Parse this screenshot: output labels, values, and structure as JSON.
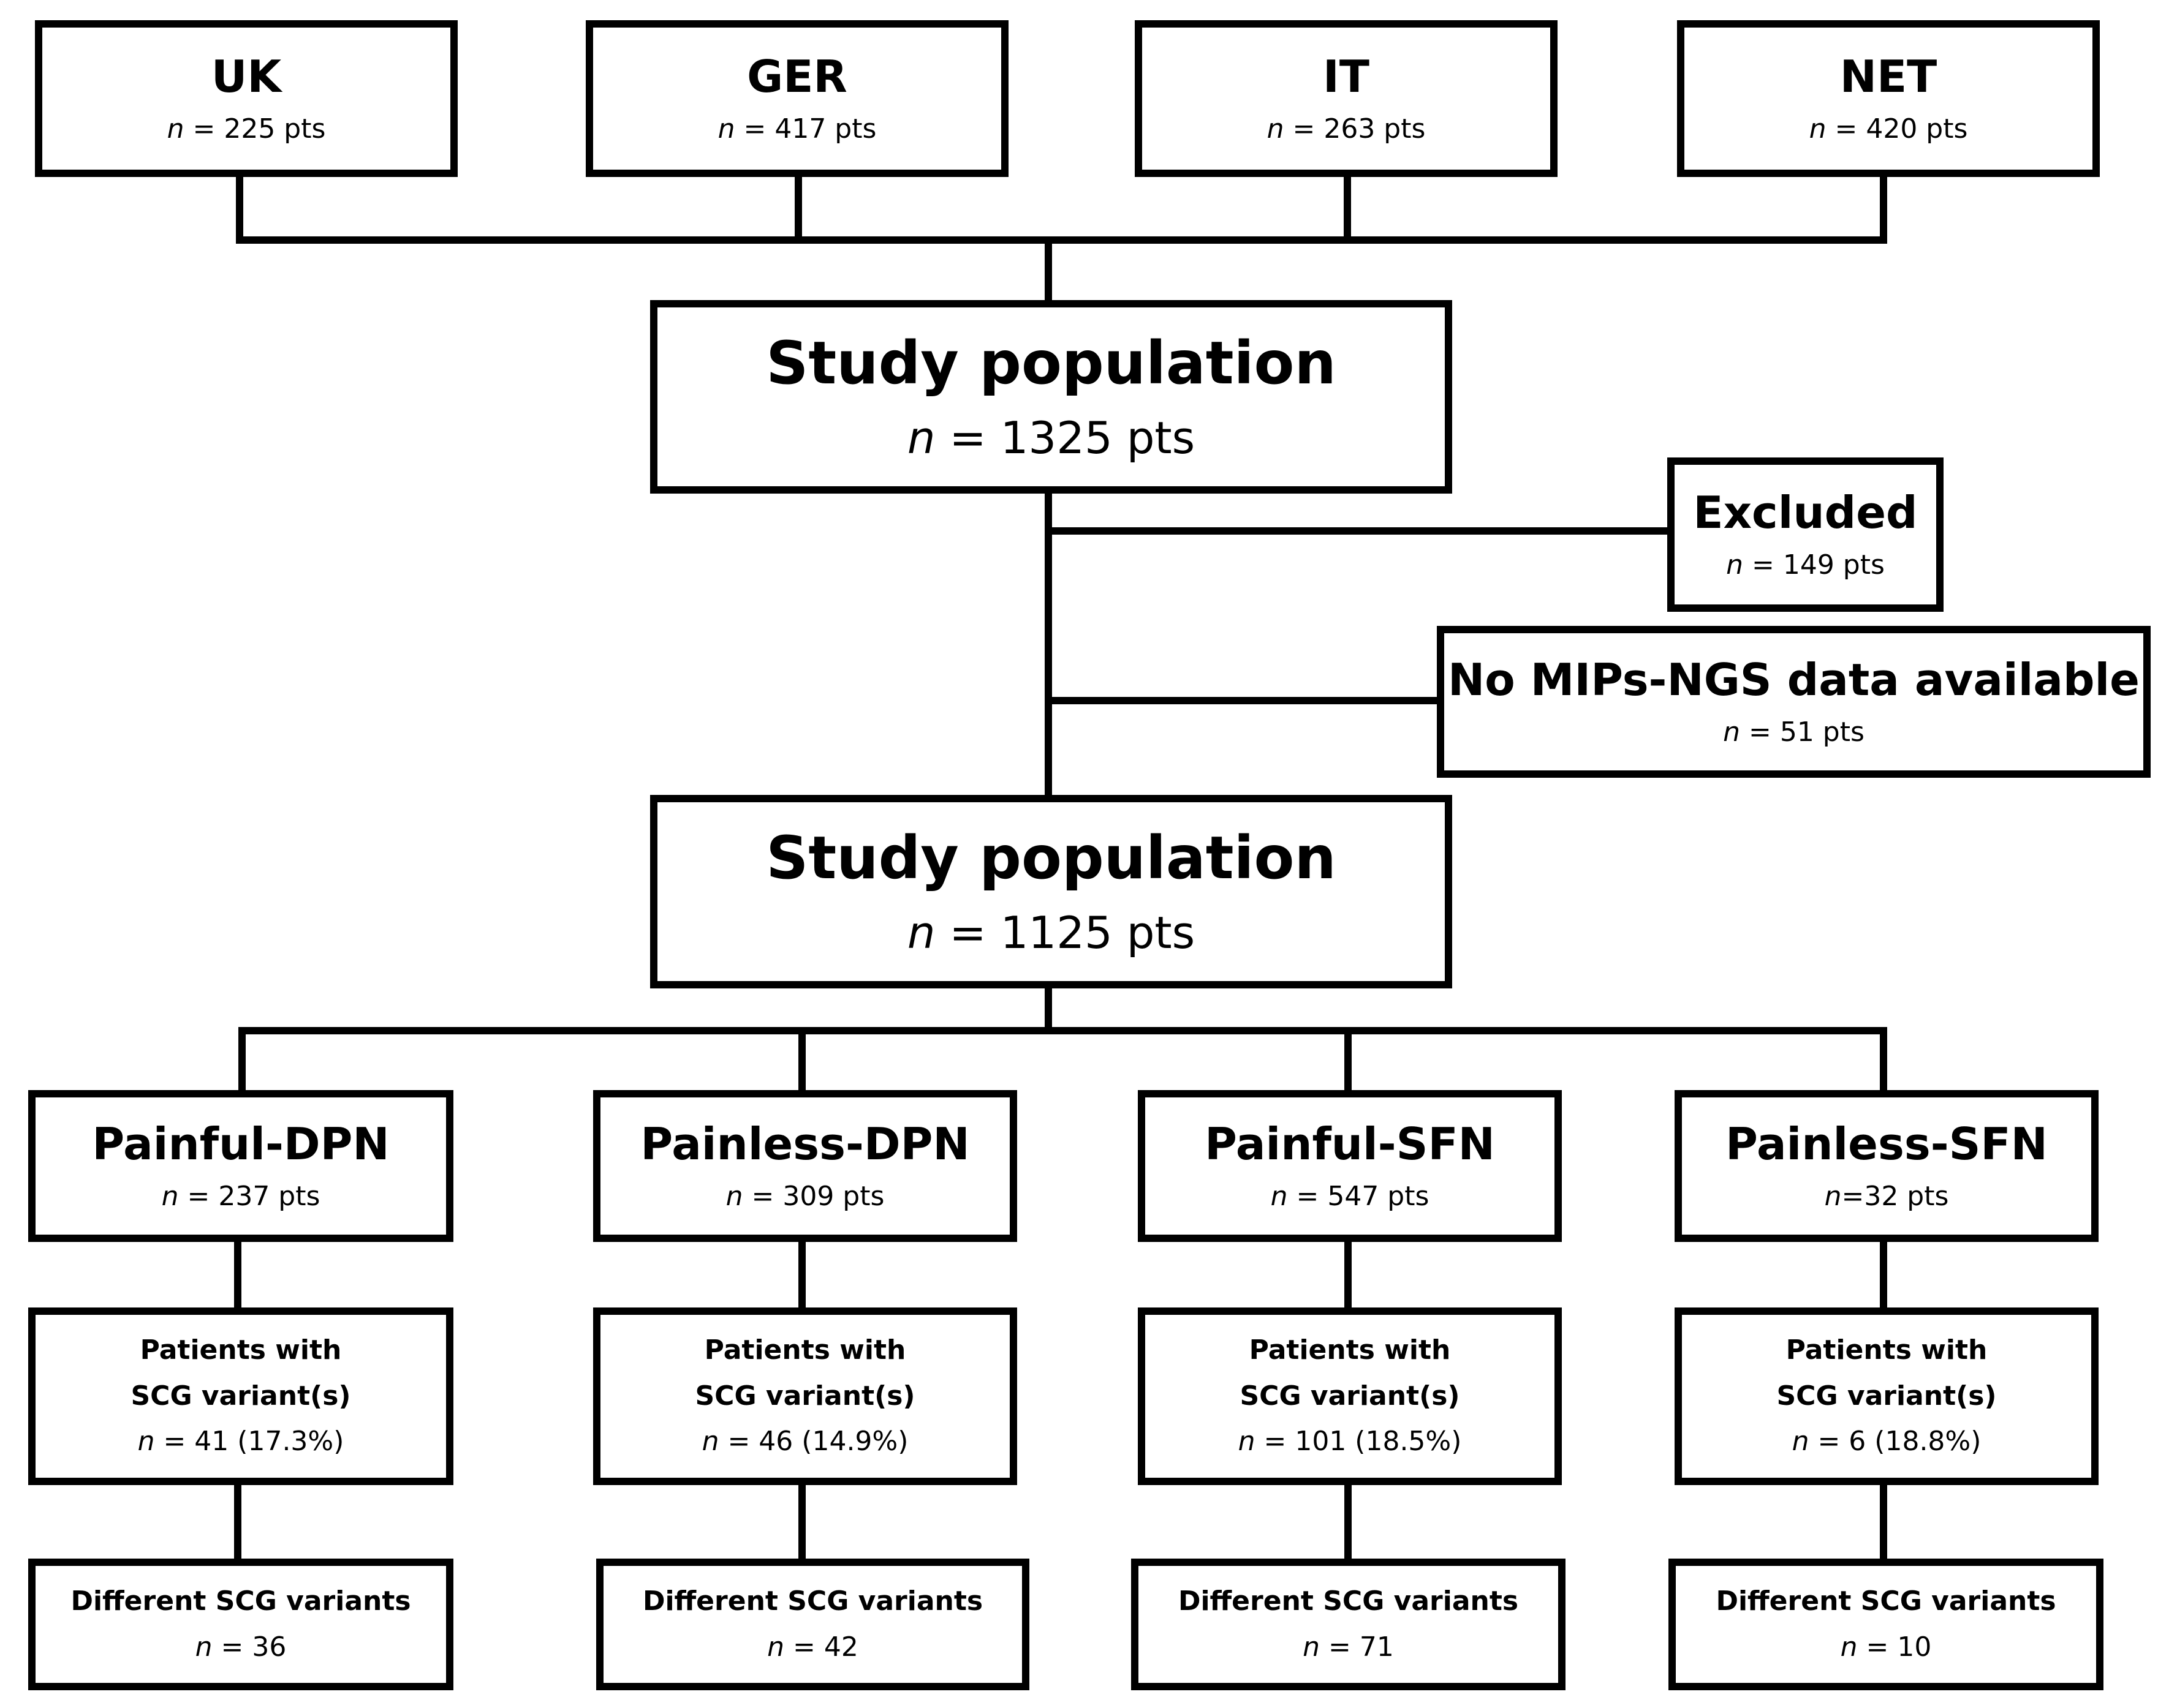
{
  "countries": [
    {
      "name": "UK",
      "n_prefix": "n",
      "n_text": " = 225 pts"
    },
    {
      "name": "GER",
      "n_prefix": "n",
      "n_text": " = 417 pts"
    },
    {
      "name": "IT",
      "n_prefix": "n",
      "n_text": " = 263 pts"
    },
    {
      "name": "NET",
      "n_prefix": "n",
      "n_text": " = 420 pts"
    }
  ],
  "study_initial": {
    "title": "Study population",
    "n_prefix": "n",
    "n_text": " = 1325 pts"
  },
  "excluded": {
    "title": "Excluded",
    "n_prefix": "n",
    "n_text": " = 149 pts"
  },
  "no_data": {
    "title": "No MIPs-NGS data available",
    "n_prefix": "n",
    "n_text": " = 51 pts"
  },
  "study_final": {
    "title": "Study population",
    "n_prefix": "n",
    "n_text": " = 1125 pts"
  },
  "groups": [
    {
      "name": "Painful-DPN",
      "n_prefix": "n",
      "n_text": " = 237 pts",
      "variant_line1": "Patients with",
      "variant_line2": "SCG variant(s)",
      "variant_n_prefix": "n",
      "variant_n_text": " = 41 (17.3%)",
      "distinct_label": "Different SCG variants",
      "distinct_n_prefix": "n",
      "distinct_n_text": " = 36"
    },
    {
      "name": "Painless-DPN",
      "n_prefix": "n",
      "n_text": " = 309 pts",
      "variant_line1": "Patients with",
      "variant_line2": "SCG variant(s)",
      "variant_n_prefix": "n",
      "variant_n_text": " = 46 (14.9%)",
      "distinct_label": "Different SCG variants",
      "distinct_n_prefix": "n",
      "distinct_n_text": " = 42"
    },
    {
      "name": "Painful-SFN",
      "n_prefix": "n",
      "n_text": " = 547 pts",
      "variant_line1": "Patients with",
      "variant_line2": "SCG variant(s)",
      "variant_n_prefix": "n",
      "variant_n_text": " = 101 (18.5%)",
      "distinct_label": "Different SCG variants",
      "distinct_n_prefix": "n",
      "distinct_n_text": " = 71"
    },
    {
      "name": "Painless-SFN",
      "n_prefix": "n",
      "n_text": "=32 pts",
      "variant_line1": "Patients with",
      "variant_line2": "SCG variant(s)",
      "variant_n_prefix": "n",
      "variant_n_text": " = 6 (18.8%)",
      "distinct_label": "Different SCG variants",
      "distinct_n_prefix": "n",
      "distinct_n_text": " = 10"
    }
  ]
}
